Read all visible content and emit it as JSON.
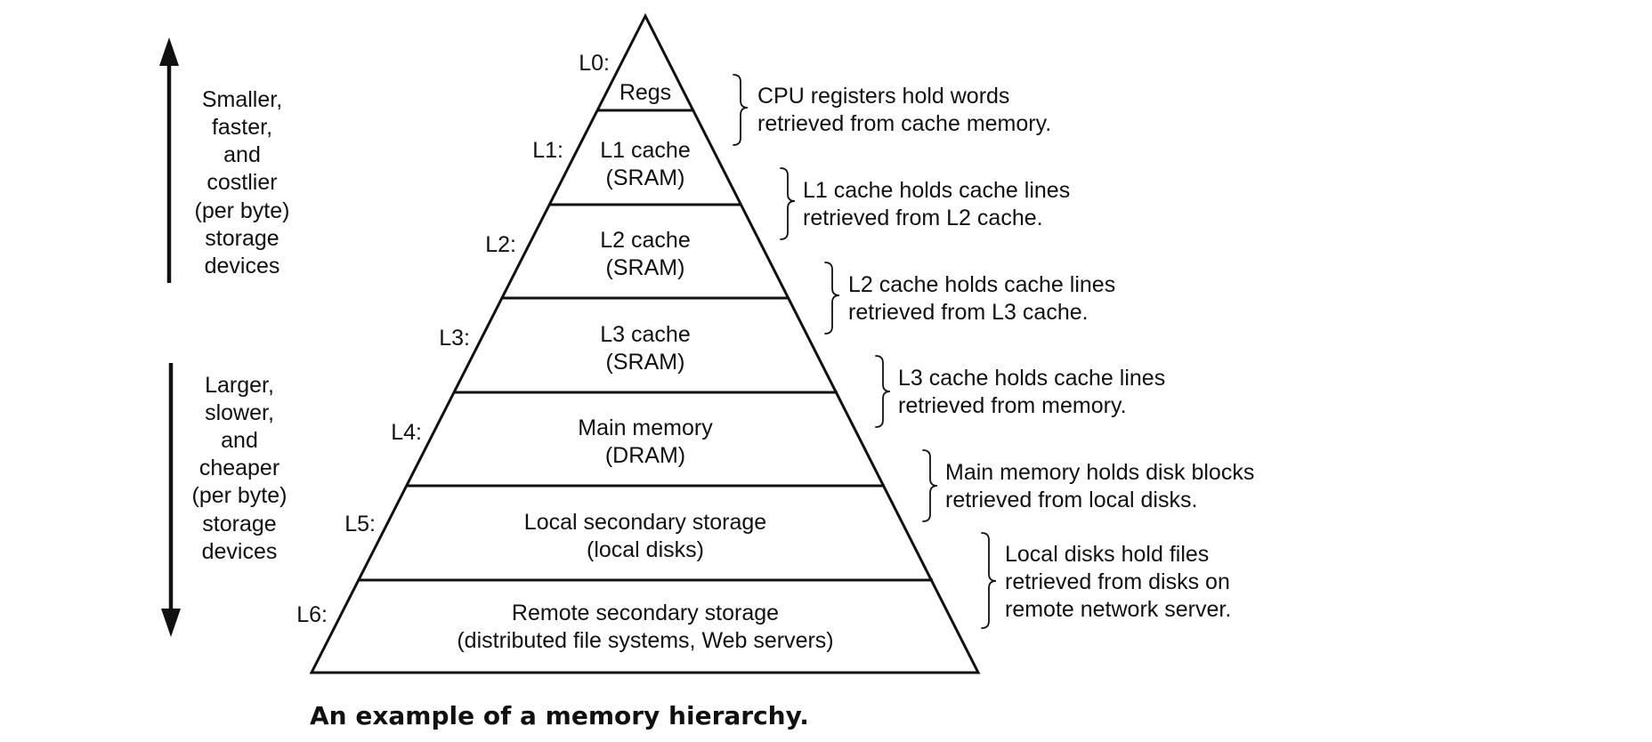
{
  "levels": [
    {
      "id": "L0",
      "label": "L0:",
      "lines": [
        "Regs"
      ],
      "description": [
        "CPU registers hold words",
        "retrieved from cache memory."
      ]
    },
    {
      "id": "L1",
      "label": "L1:",
      "lines": [
        "L1 cache",
        "(SRAM)"
      ],
      "description": [
        "L1 cache holds cache lines",
        "retrieved from L2 cache."
      ]
    },
    {
      "id": "L2",
      "label": "L2:",
      "lines": [
        "L2 cache",
        "(SRAM)"
      ],
      "description": [
        "L2 cache holds cache lines",
        "retrieved from L3 cache."
      ]
    },
    {
      "id": "L3",
      "label": "L3:",
      "lines": [
        "L3 cache",
        "(SRAM)"
      ],
      "description": [
        "L3 cache holds cache lines",
        "retrieved from memory."
      ]
    },
    {
      "id": "L4",
      "label": "L4:",
      "lines": [
        "Main memory",
        "(DRAM)"
      ],
      "description": [
        "Main memory holds disk blocks",
        "retrieved from local disks."
      ]
    },
    {
      "id": "L5",
      "label": "L5:",
      "lines": [
        "Local secondary storage",
        "(local disks)"
      ],
      "description": [
        "Local disks hold files",
        "retrieved from disks on",
        "remote network server."
      ]
    },
    {
      "id": "L6",
      "label": "L6:",
      "lines": [
        "Remote secondary storage",
        "(distributed file systems, Web servers)"
      ],
      "description": []
    }
  ],
  "up_note": [
    "Smaller,",
    "faster,",
    "and",
    "costlier",
    "(per byte)",
    "storage",
    "devices"
  ],
  "down_note": [
    "Larger,",
    "slower,",
    "and",
    "cheaper",
    "(per byte)",
    "storage",
    "devices"
  ],
  "caption": "An example of a memory hierarchy.",
  "colors": {
    "ink": "#111111",
    "background": "#ffffff"
  }
}
